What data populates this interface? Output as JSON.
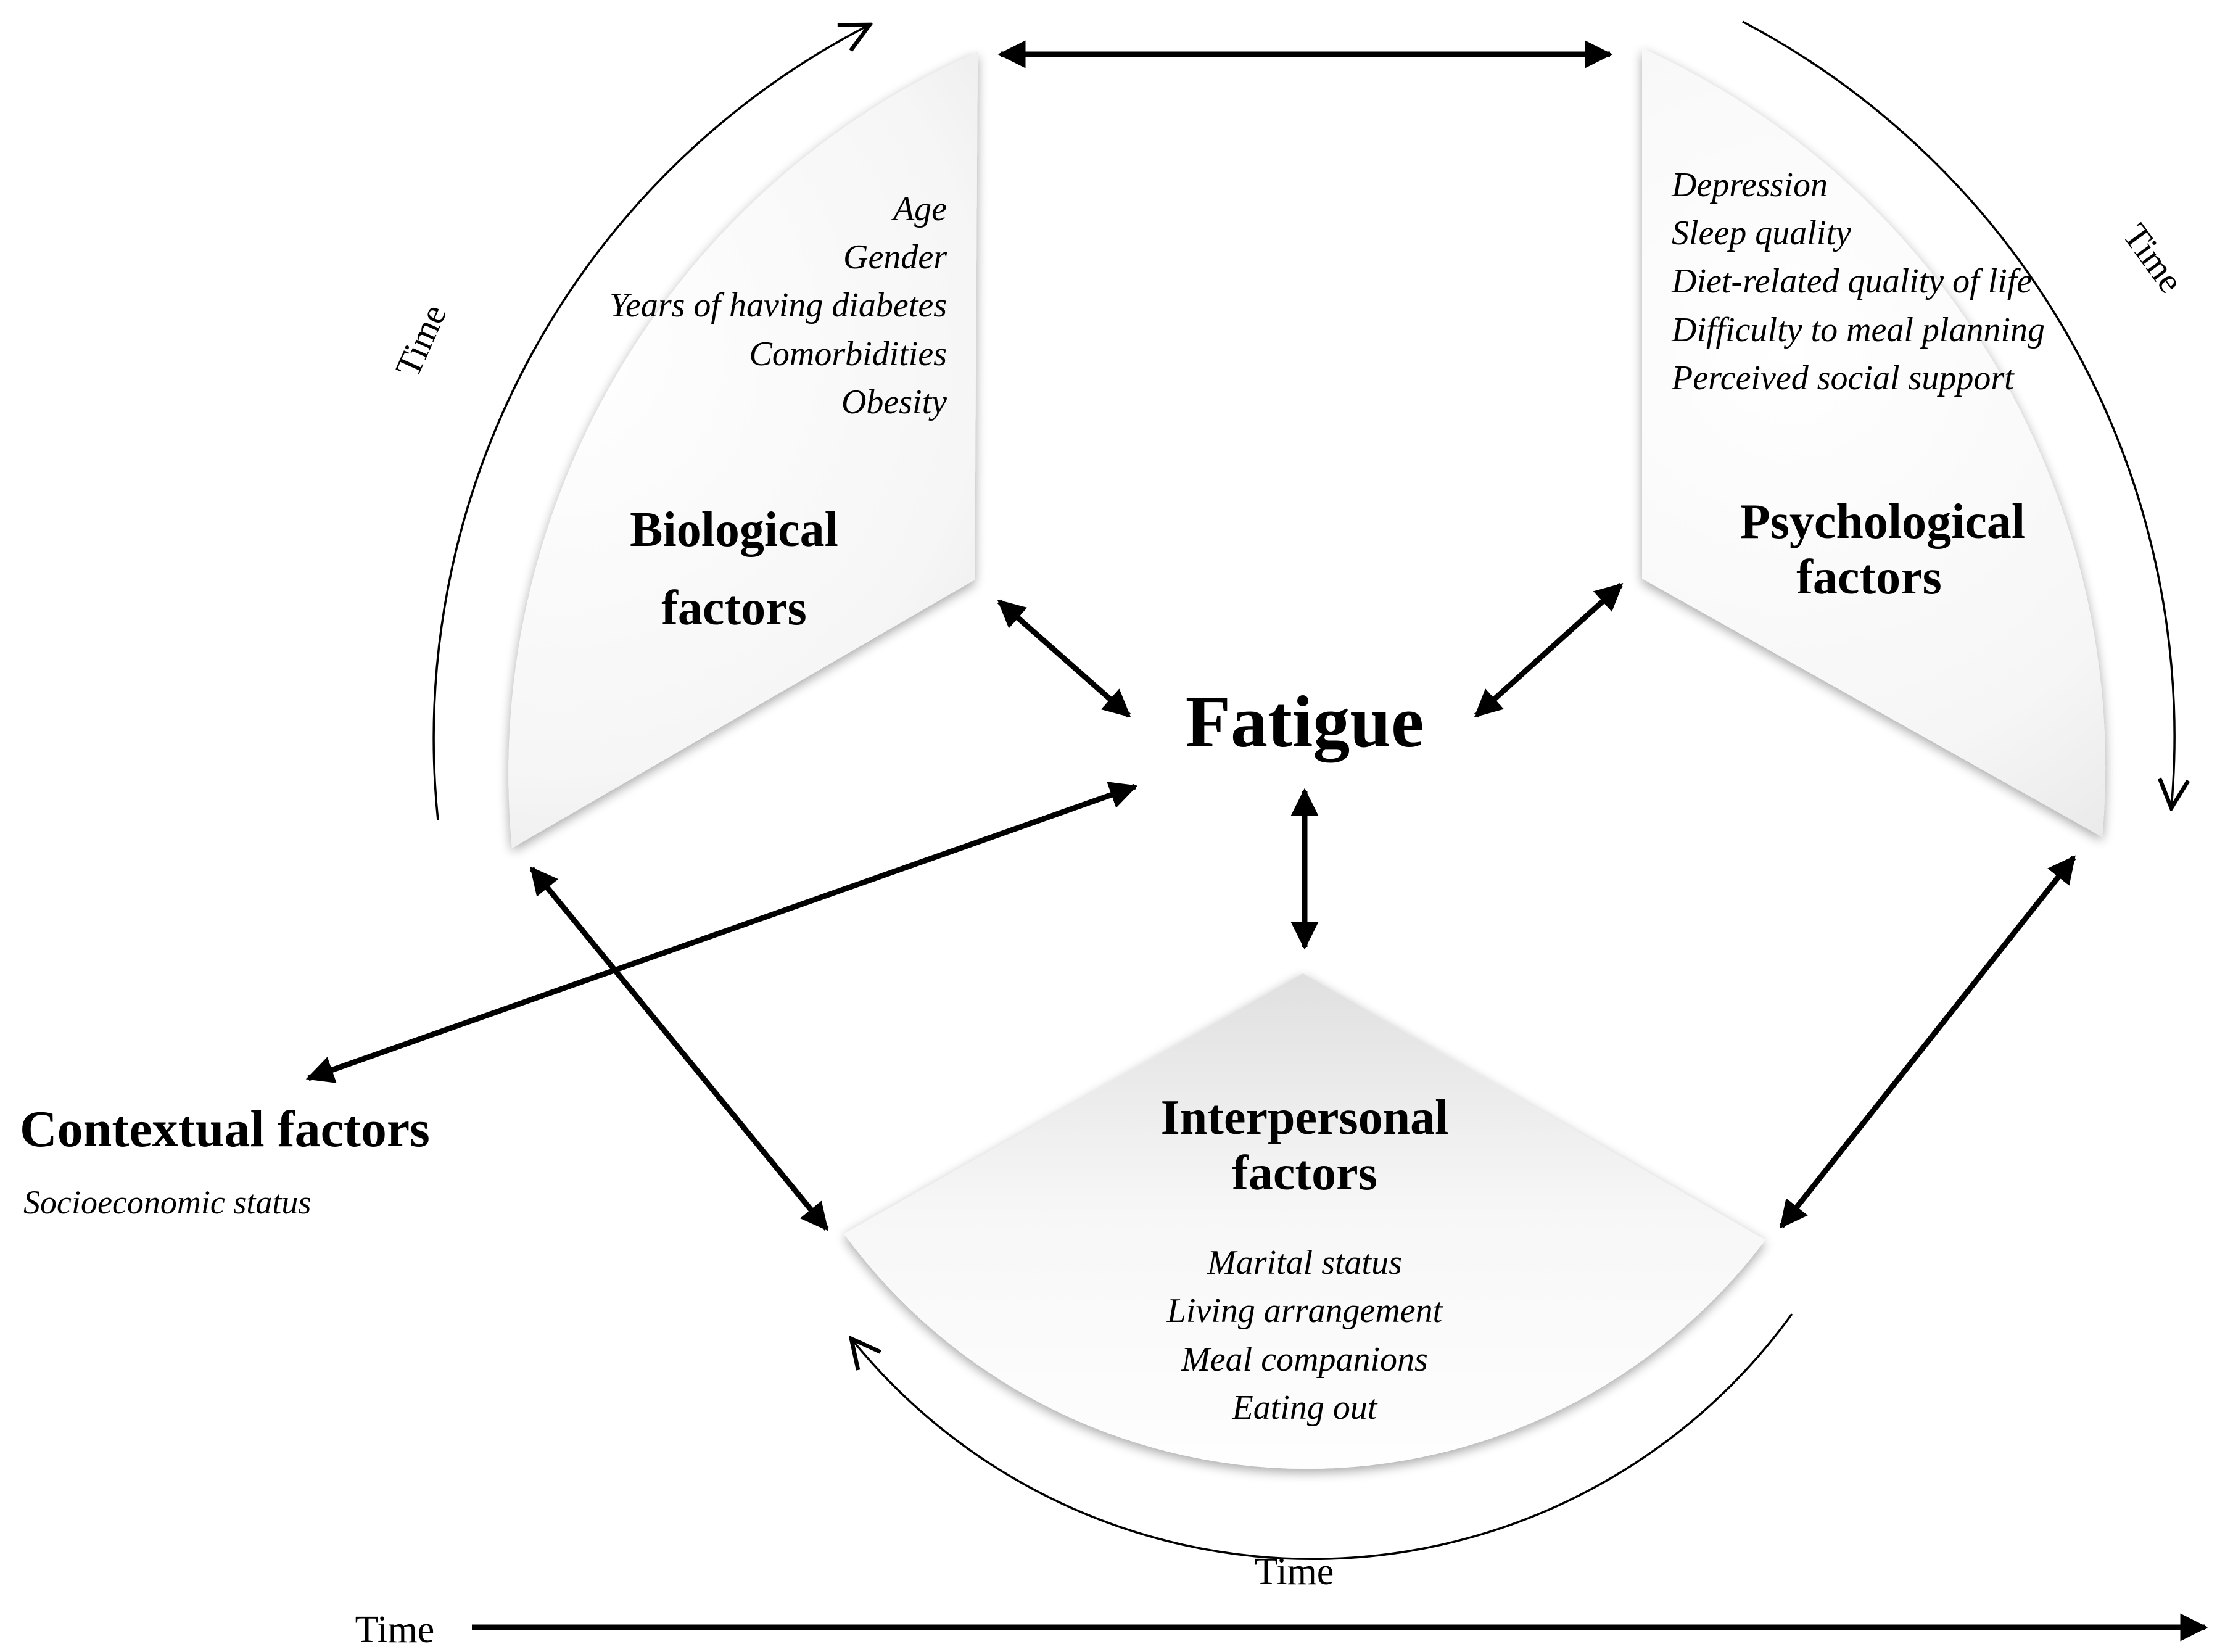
{
  "center": {
    "label": "Fatigue"
  },
  "biological": {
    "title_lines": [
      "Biological",
      "factors"
    ],
    "items": [
      "Age",
      "Gender",
      "Years of having diabetes",
      "Comorbidities",
      "Obesity"
    ]
  },
  "psychological": {
    "title_lines": [
      "Psychological",
      "factors"
    ],
    "items": [
      "Depression",
      "Sleep quality",
      "Diet-related quality of life",
      "Difficulty to meal planning",
      "Perceived social support"
    ]
  },
  "interpersonal": {
    "title_lines": [
      "Interpersonal",
      "factors"
    ],
    "items": [
      "Marital status",
      "Living arrangement",
      "Meal companions",
      "Eating out"
    ]
  },
  "contextual": {
    "title": "Contextual factors",
    "items": [
      "Socioeconomic status"
    ]
  },
  "time": {
    "left_arc": "Time",
    "right_arc": "Time",
    "bottom_arc": "Time",
    "axis": "Time"
  },
  "colors": {
    "ink": "#000000",
    "panel_light": "#ffffff",
    "panel_shade": "#e2e2e2"
  }
}
